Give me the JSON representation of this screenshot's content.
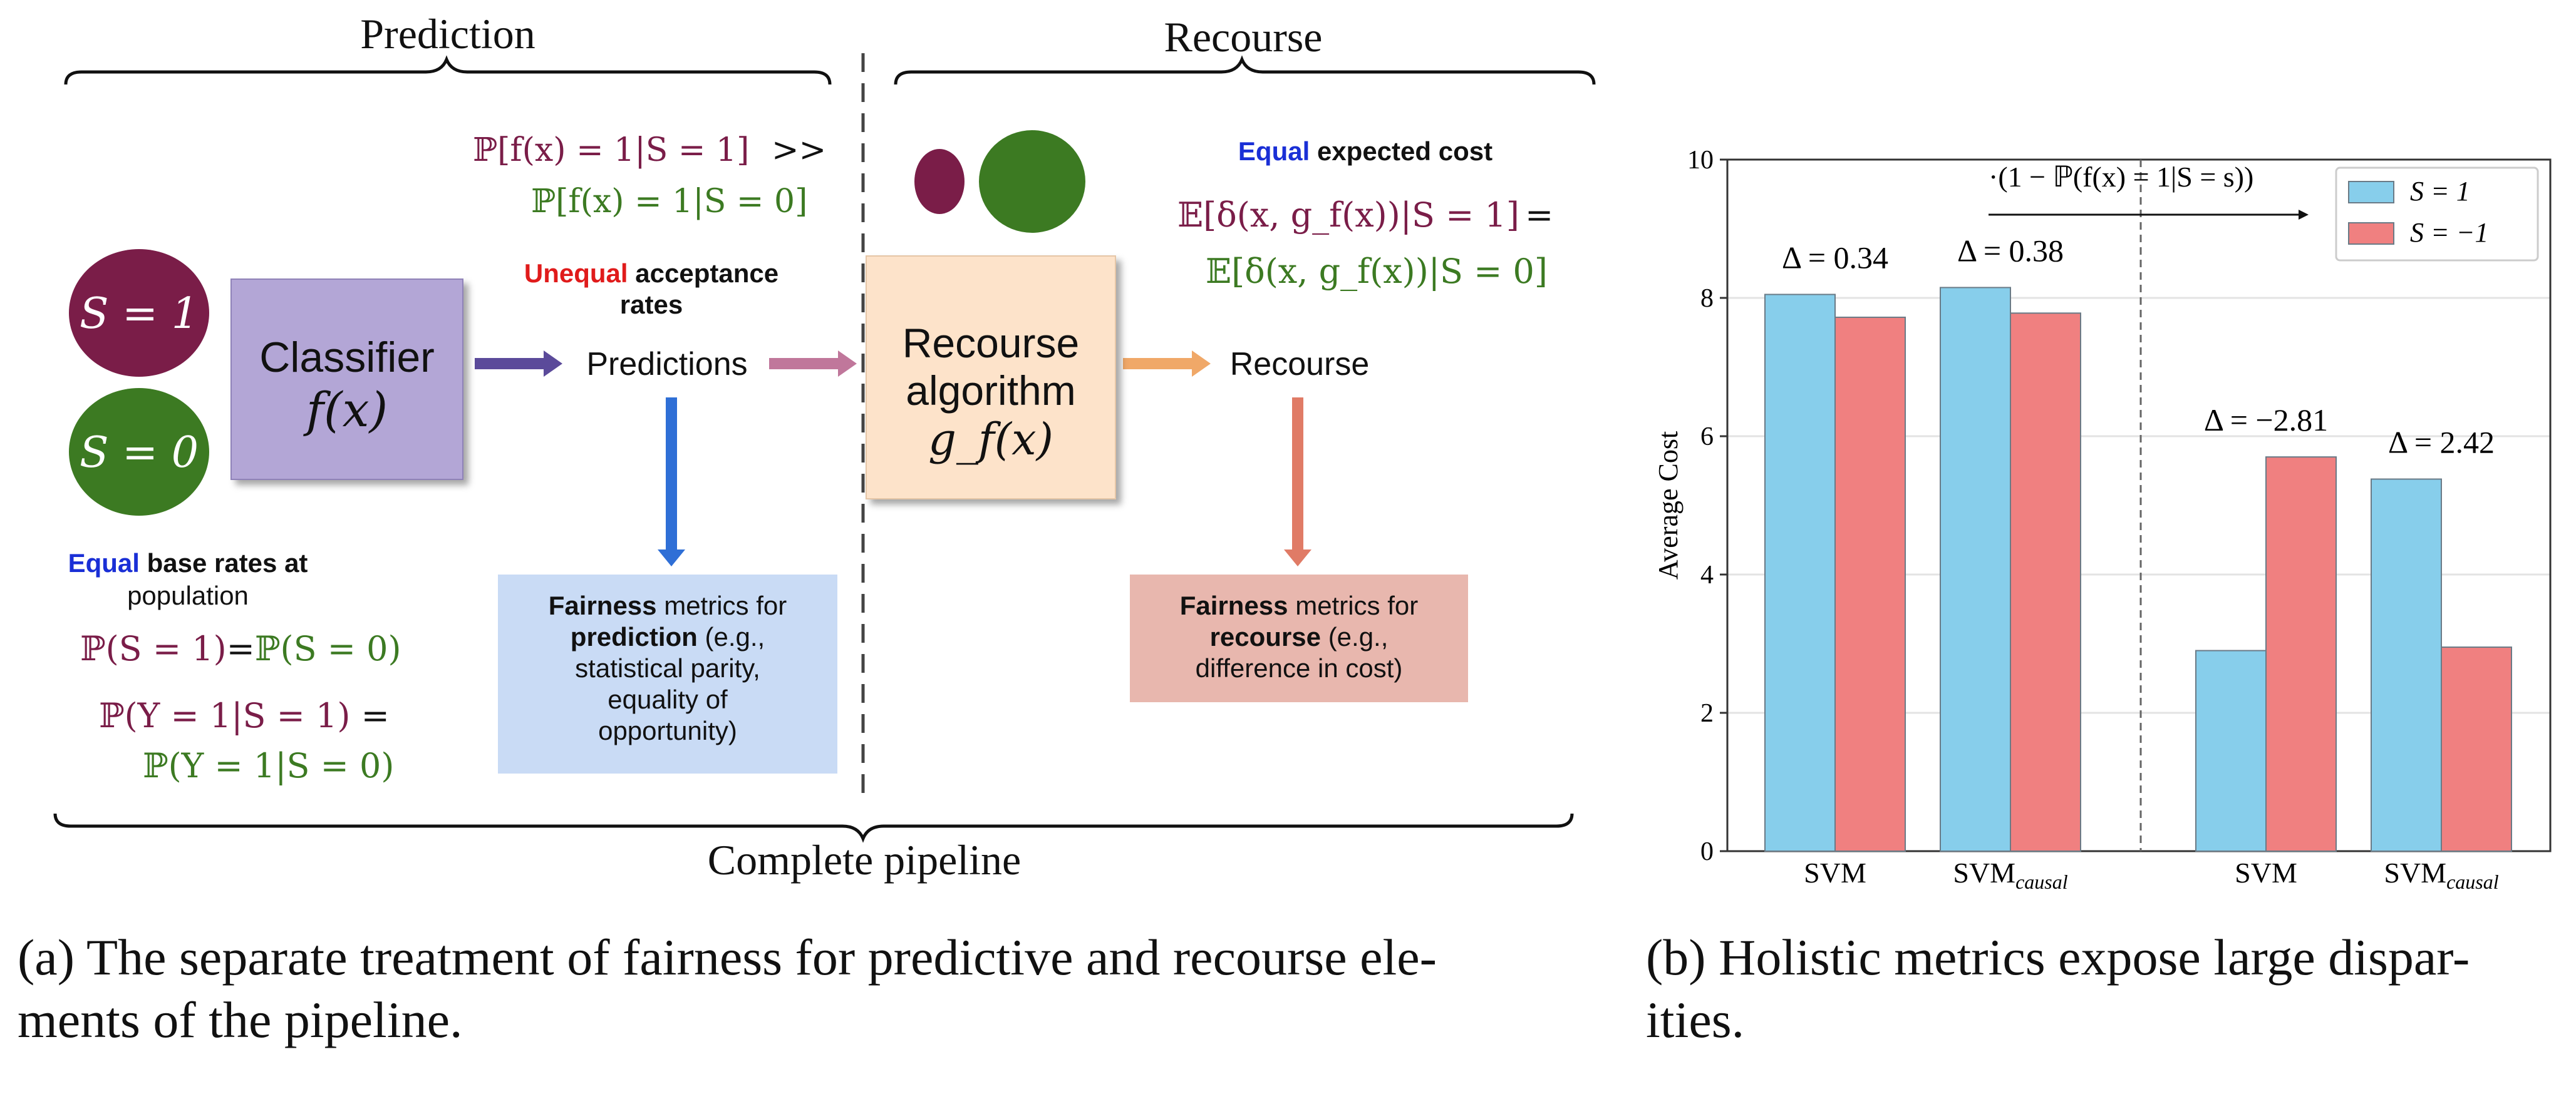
{
  "diagram": {
    "heading_prediction": "Prediction",
    "heading_recourse": "Recourse",
    "heading_pipeline": "Complete pipeline",
    "s1_label": "S = 1",
    "s0_label": "S = 0",
    "classifier_title": "Classifier",
    "classifier_formula": "f(x)",
    "predictions_label": "Predictions",
    "recourse_algo_line1": "Recourse",
    "recourse_algo_line2": "algorithm",
    "recourse_algo_formula": "g_f(x)",
    "recourse_output_label": "Recourse",
    "prob_top_line1": "ℙ[f(x) = 1|S = 1]",
    "prob_top_gg": ">>",
    "prob_top_line2": "ℙ[f(x) = 1|S = 0]",
    "unequal_word": "Unequal",
    "unequal_rest": "acceptance",
    "unequal_line2": "rates",
    "equal_cost_word": "Equal",
    "equal_cost_rest": "expected cost",
    "cost_line1": "𝔼[δ(x, g_f(x))|S = 1]",
    "cost_eq": "=",
    "cost_line2": "𝔼[δ(x, g_f(x))|S = 0]",
    "equal_base_word": "Equal",
    "equal_base_rest": "base rates at",
    "equal_base_line2": "population",
    "base_ps1": "ℙ(S = 1)",
    "base_eq": "=",
    "base_ps0": "ℙ(S = 0)",
    "base_py1": "ℙ(Y = 1|S = 1)",
    "base_py_eq": "=",
    "base_py0": "ℙ(Y = 1|S = 0)",
    "pred_fair_bold": "Fairness",
    "pred_fair_l1": "metrics for",
    "pred_fair_bold2": "prediction",
    "pred_fair_l2": "(e.g.,",
    "pred_fair_l3": "statistical parity,",
    "pred_fair_l4": "equality of",
    "pred_fair_l5": "opportunity)",
    "rec_fair_bold": "Fairness",
    "rec_fair_l1": "metrics for",
    "rec_fair_bold2": "recourse",
    "rec_fair_l2": "(e.g.,",
    "rec_fair_l3": "difference in cost)",
    "colors": {
      "plum": "#7a1d48",
      "green": "#3c7a22",
      "classifier": "#b3a6d6",
      "recourse_box": "#fde3ca",
      "pred_fair": "#c9dbf5",
      "rec_fair": "#e8b7ae"
    }
  },
  "captions": {
    "a_line1": "(a) The separate treatment of fairness for predictive and recourse ele-",
    "a_line2": "ments of the pipeline.",
    "b_line1": "(b) Holistic metrics expose large dispar-",
    "b_line2": "ities."
  },
  "chart_data": {
    "type": "bar",
    "ylabel": "Average Cost",
    "xlabel": "",
    "ylim": [
      0,
      10
    ],
    "yticks": [
      0,
      2,
      4,
      6,
      8,
      10
    ],
    "categories": [
      "SVM",
      "SVM_causal",
      "SVM",
      "SVM_causal"
    ],
    "category_labels": [
      {
        "main": "SVM",
        "sub": ""
      },
      {
        "main": "SVM",
        "sub": "causal"
      },
      {
        "main": "SVM",
        "sub": ""
      },
      {
        "main": "SVM",
        "sub": "causal"
      }
    ],
    "series": [
      {
        "name": "S = 1",
        "color": "#87ceeb",
        "values": [
          8.05,
          8.15,
          2.9,
          5.38
        ]
      },
      {
        "name": "S = −1",
        "color": "#f08080",
        "values": [
          7.72,
          7.78,
          5.7,
          2.95
        ]
      }
    ],
    "annotations": [
      "Δ = 0.34",
      "Δ = 0.38",
      "Δ = −2.81",
      "Δ = 2.42"
    ],
    "multiplier_label": "·(1 − ℙ(f(x) = 1|S = s))",
    "legend_position": "top-right",
    "grid": true
  }
}
